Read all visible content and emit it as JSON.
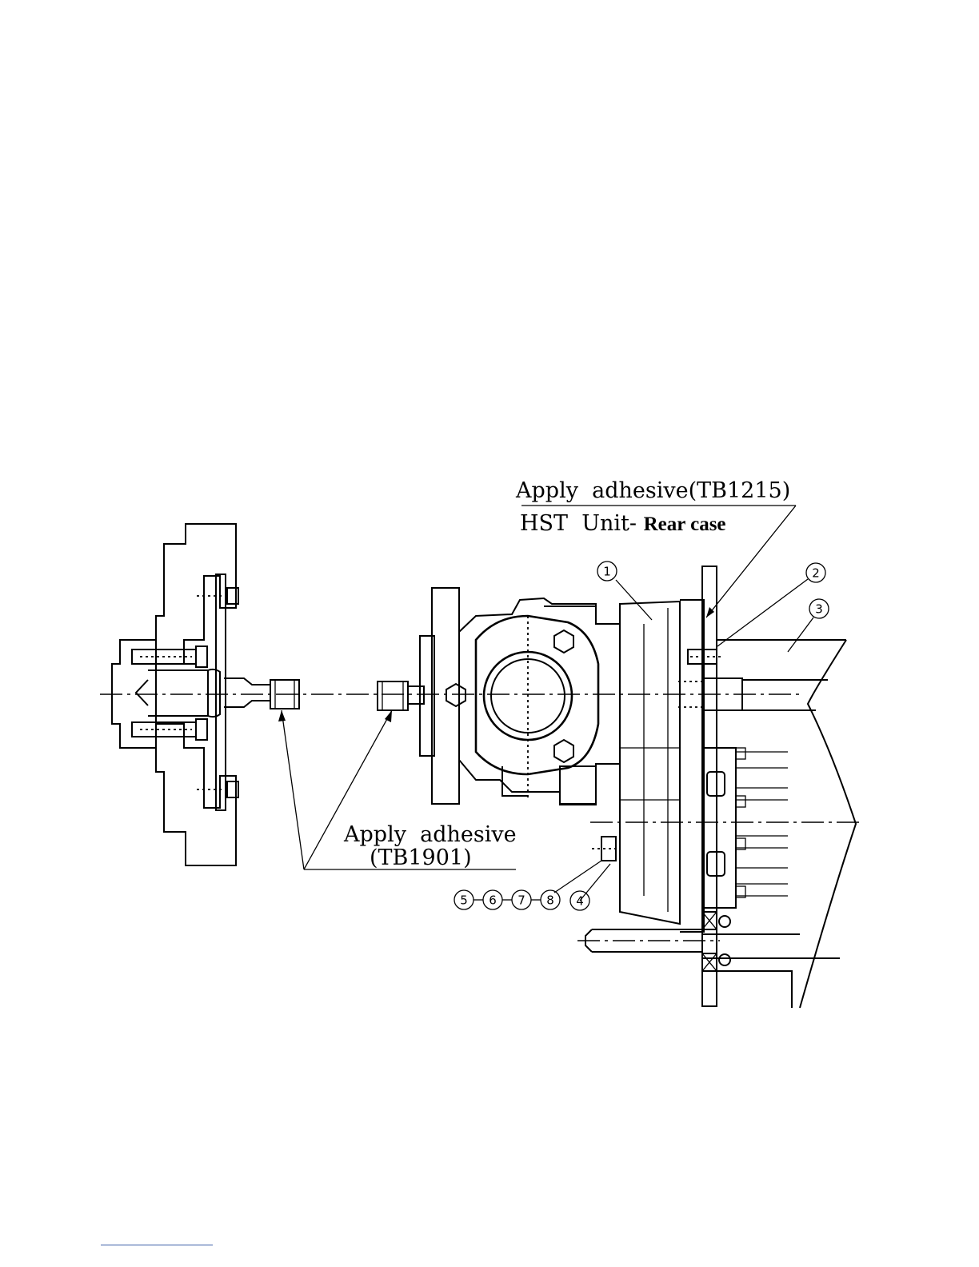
{
  "labels": {
    "adhesive_top": "Apply  adhesive(TB1215)",
    "hst_unit": "HST  Unit- ",
    "rear_case": "Rear case",
    "adhesive_bottom_line1": "Apply  adhesive",
    "adhesive_bottom_line2": "(TB1901)"
  },
  "callouts": [
    "1",
    "2",
    "3",
    "4",
    "5",
    "6",
    "7",
    "8"
  ],
  "colors": {
    "line": "#000000",
    "footer_rule": "#3b5ea6"
  }
}
